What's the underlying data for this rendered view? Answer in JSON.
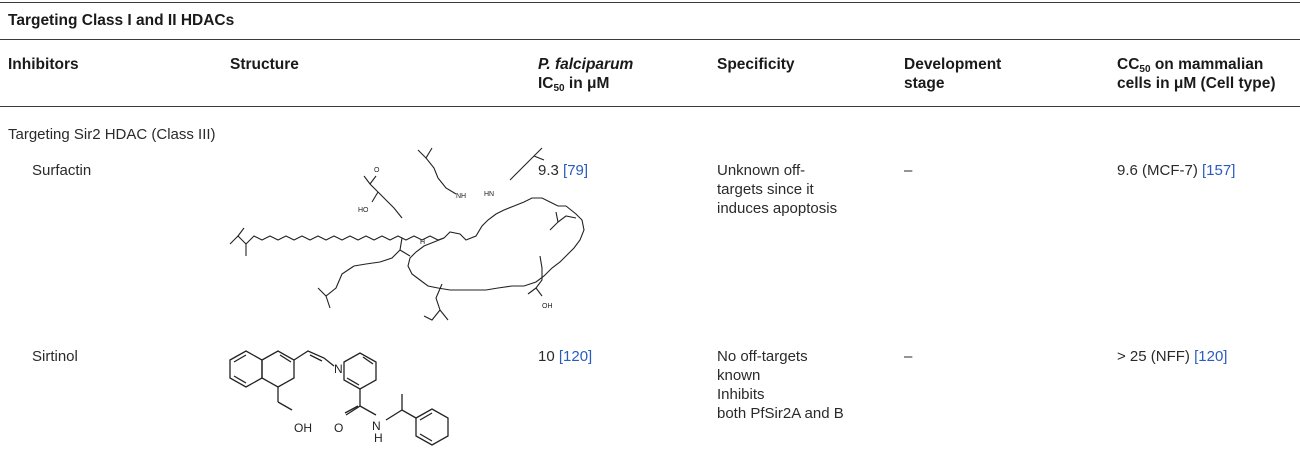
{
  "table": {
    "title": "Targeting Class I and II HDACs",
    "columns": {
      "inhibitors": "Inhibitors",
      "structure": "Structure",
      "ic50_species": "P. falciparum",
      "ic50_prefix": "IC",
      "ic50_sub": "50",
      "ic50_suffix": " in μM",
      "specificity": "Specificity",
      "dev_stage_line1": "Development",
      "dev_stage_line2": "stage",
      "cc50_prefix": "CC",
      "cc50_sub": "50",
      "cc50_line1_suffix": " on mammalian",
      "cc50_line2": "cells in μM (Cell type)"
    },
    "group_label": "Targeting Sir2 HDAC (Class III)",
    "rows": [
      {
        "name": "Surfactin",
        "ic50_value": "9.3",
        "ic50_ref": "[79]",
        "specificity_lines": [
          "Unknown off-",
          "targets since it",
          "induces apoptosis"
        ],
        "dev_stage": "–",
        "cc50_value": "9.6 (MCF-7)",
        "cc50_ref": "[157]",
        "structure_labels": {
          "ho": "HO",
          "o": "O",
          "nh": "NH",
          "hn": "HN",
          "h": "H",
          "oh": "OH"
        }
      },
      {
        "name": "Sirtinol",
        "ic50_value": "10",
        "ic50_ref": "[120]",
        "specificity_lines": [
          "No off-targets",
          "known",
          "Inhibits",
          "both PfSir2A and B"
        ],
        "dev_stage": "–",
        "cc50_value": "> 25 (NFF)",
        "cc50_ref": "[120]",
        "structure_labels": {
          "n": "N",
          "oh": "OH",
          "o": "O",
          "h": "H",
          "n2": "N"
        }
      }
    ]
  },
  "colors": {
    "text": "#1a1a1a",
    "reference_link": "#2b5bbf",
    "rule": "#3a3a3a"
  }
}
